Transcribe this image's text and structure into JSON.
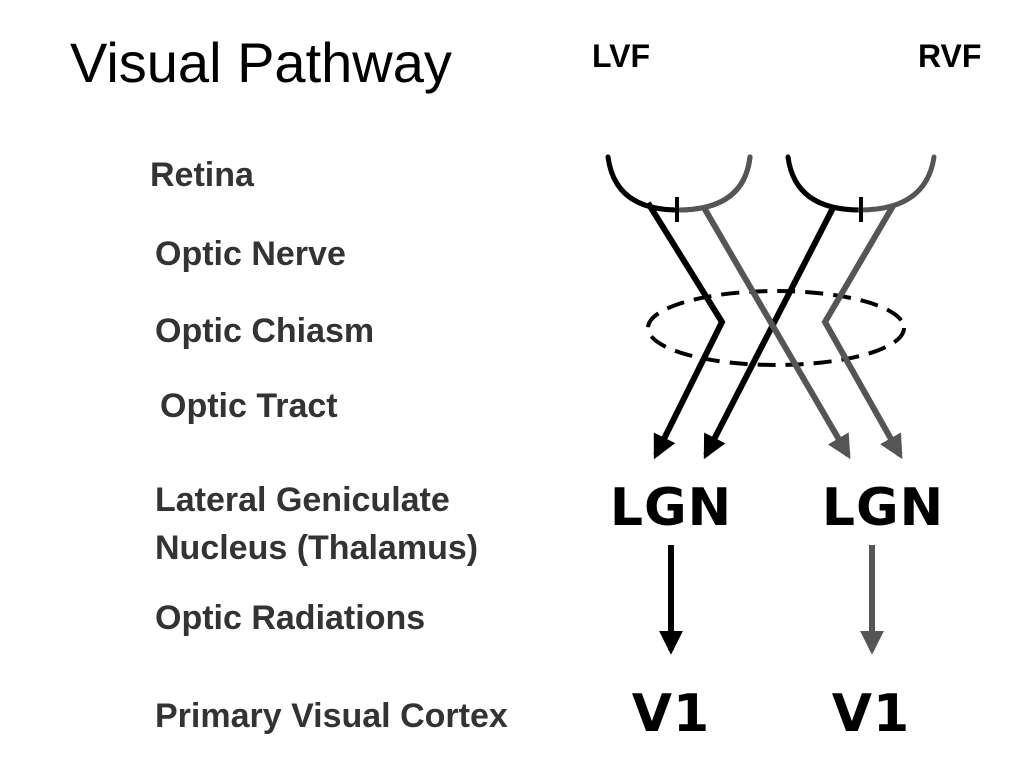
{
  "title": "Visual Pathway",
  "fields": {
    "left": "LVF",
    "right": "RVF"
  },
  "stages": {
    "retina": "Retina",
    "optic_nerve": "Optic Nerve",
    "optic_chiasm": "Optic Chiasm",
    "optic_tract": "Optic Tract",
    "lgn_line1": "Lateral Geniculate",
    "lgn_line2": "Nucleus (Thalamus)",
    "optic_radiations": "Optic Radiations",
    "primary_visual_cortex": "Primary Visual Cortex"
  },
  "nodes": {
    "lgn_left": "LGN",
    "lgn_right": "LGN",
    "v1_left": "V1",
    "v1_right": "V1"
  },
  "colors": {
    "left_pathway": "#000000",
    "right_pathway": "#555555",
    "chiasm_outline": "#000000"
  }
}
